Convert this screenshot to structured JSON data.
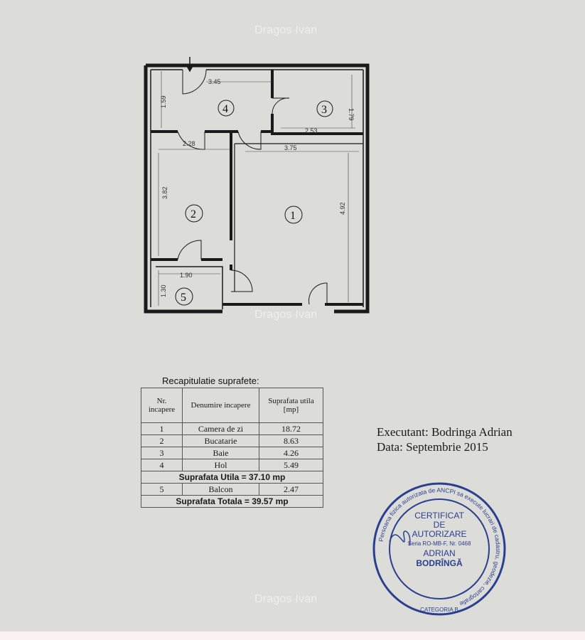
{
  "watermark": "Dragos Ivan",
  "plan": {
    "dimensions": [
      "3.45",
      "1.59",
      "1.79",
      "2.53",
      "2.28",
      "3.75",
      "3.82",
      "4.92",
      "1.90",
      "1.30"
    ],
    "room_numbers": [
      "1",
      "2",
      "3",
      "4",
      "5"
    ]
  },
  "table": {
    "title": "Recapitulatie suprafete:",
    "headers": [
      "Nr. incapere",
      "Denumire incapere",
      "Suprafata utila [mp]"
    ],
    "rows": [
      {
        "nr": "1",
        "name": "Camera de zi",
        "area": "18.72"
      },
      {
        "nr": "2",
        "name": "Bucatarie",
        "area": "8.63"
      },
      {
        "nr": "3",
        "name": "Baie",
        "area": "4.26"
      },
      {
        "nr": "4",
        "name": "Hol",
        "area": "5.49"
      }
    ],
    "subtotal": "Suprafata Utila  =  37.10 mp",
    "balcony": {
      "nr": "5",
      "name": "Balcon",
      "area": "2.47"
    },
    "total": "Suprafata Totala  =  39.57 mp"
  },
  "executant": {
    "line1": "Executant:  Bodringa  Adrian",
    "line2": "Data: Septembrie 2015"
  },
  "stamp": {
    "ring_text": "Persoana fizica autorizata de ANCPI sa execute lucrari de cadastru, geodezie, cartografie",
    "category": "CATEGORIA B",
    "line1": "CERTIFICAT",
    "line2": "DE",
    "line3": "AUTORIZARE",
    "line4": "Seria RO-MB-F, Nr. 0468",
    "line5": "ADRIAN",
    "line6": "BODRÎNGĂ",
    "color": "#2a3f8f"
  },
  "colors": {
    "paper": "#dcdcd8",
    "ink": "#1a1a1a",
    "stamp": "#2a3f8f",
    "watermark": "#f2f2f0"
  }
}
